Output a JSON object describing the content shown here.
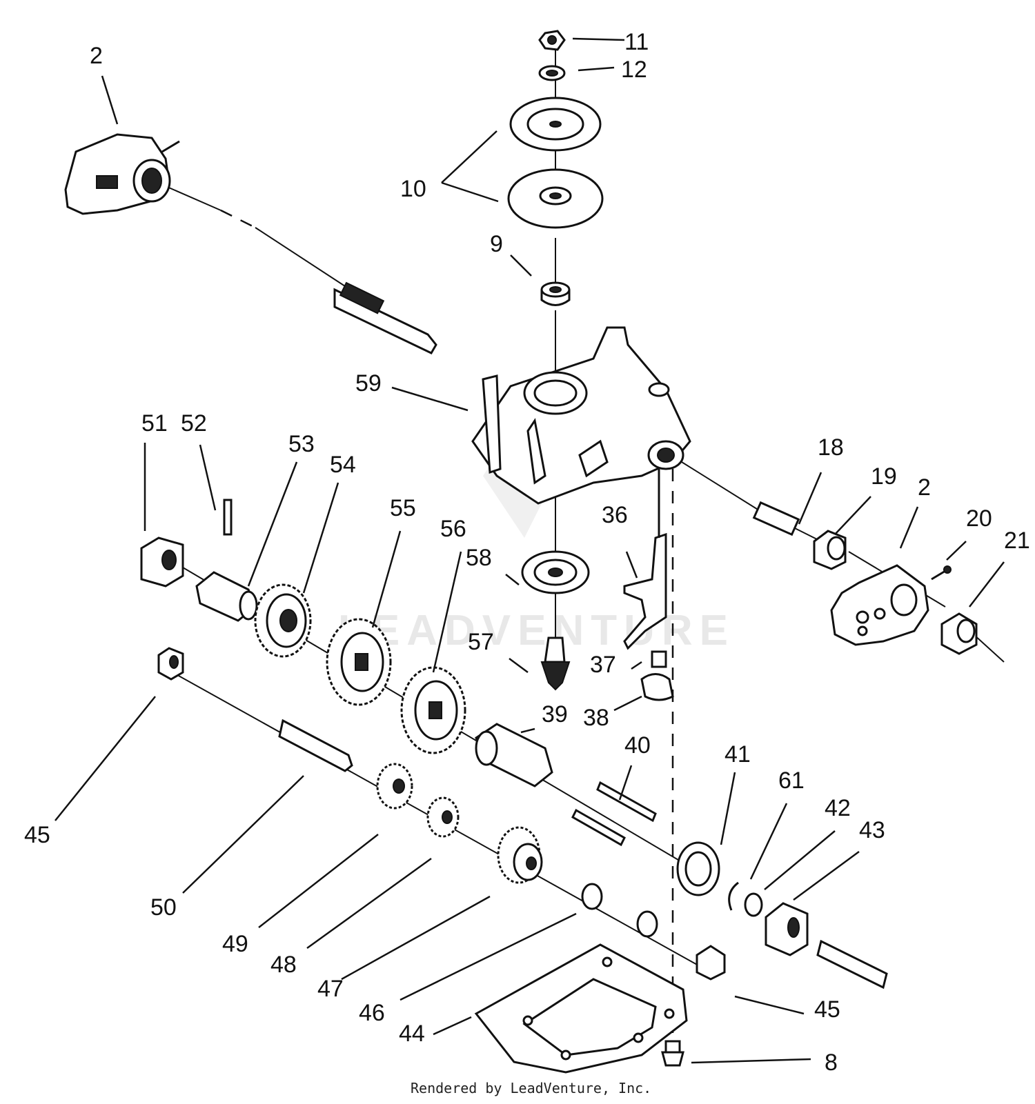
{
  "callouts": {
    "c2a": "2",
    "c11": "11",
    "c12": "12",
    "c10": "10",
    "c9": "9",
    "c59": "59",
    "c51": "51",
    "c52": "52",
    "c53": "53",
    "c54": "54",
    "c55": "55",
    "c56": "56",
    "c58": "58",
    "c36": "36",
    "c18": "18",
    "c19": "19",
    "c2b": "2",
    "c20": "20",
    "c21": "21",
    "c57": "57",
    "c37": "37",
    "c38": "38",
    "c39": "39",
    "c40": "40",
    "c41": "41",
    "c61": "61",
    "c42": "42",
    "c43": "43",
    "c45a": "45",
    "c50": "50",
    "c49": "49",
    "c48": "48",
    "c47": "47",
    "c46": "46",
    "c44": "44",
    "c45b": "45",
    "c8": "8"
  },
  "credit": "Rendered by LeadVenture, Inc.",
  "watermark": "LEADVENTURE"
}
